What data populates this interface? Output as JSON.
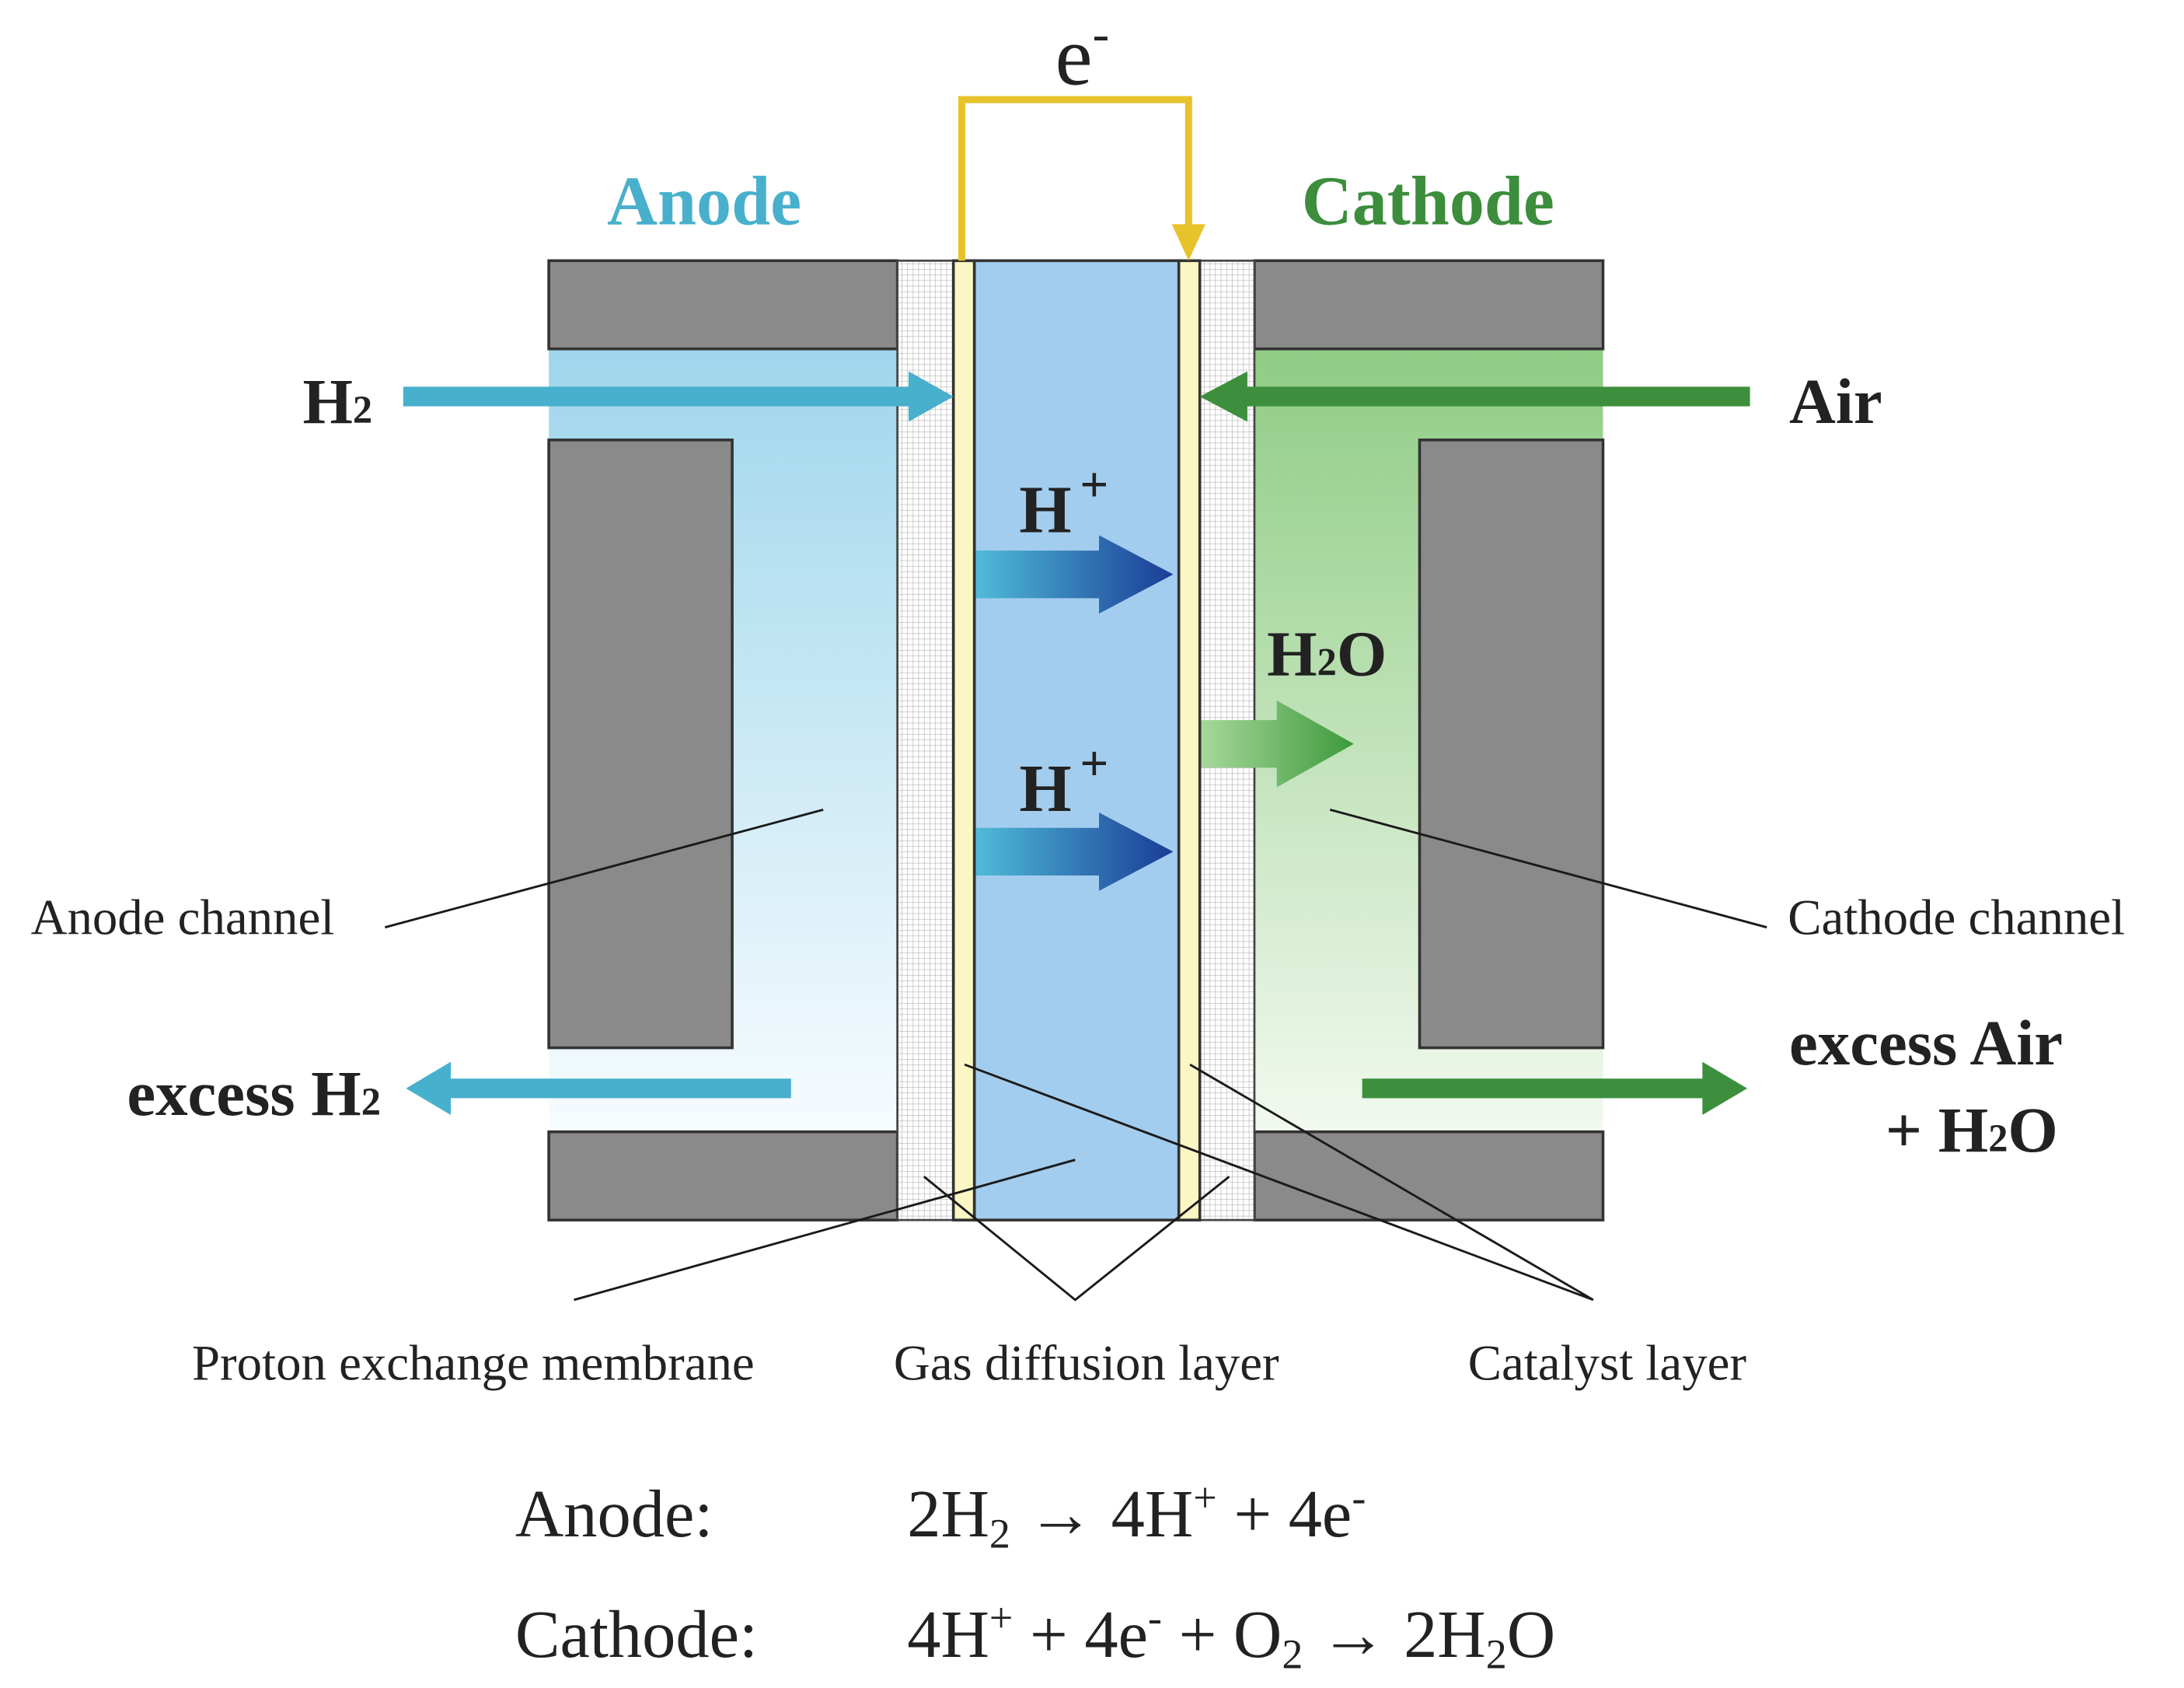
{
  "electron_label": {
    "base": "e",
    "sup": "-"
  },
  "headers": {
    "anode": "Anode",
    "cathode": "Cathode"
  },
  "flows": {
    "h2_in": {
      "base": "H",
      "sub": "2"
    },
    "air_in": "Air",
    "excess_h2": {
      "text": "excess H",
      "sub": "2"
    },
    "excess_air_line1": "excess Air",
    "excess_air_line2": {
      "text": "+ H",
      "sub": "2",
      "tail": "O"
    }
  },
  "ions": {
    "proton_1": {
      "base": "H",
      "sup": "+"
    },
    "proton_2": {
      "base": "H",
      "sup": "+"
    }
  },
  "water": {
    "base": "H",
    "sub": "2",
    "tail": "O"
  },
  "callouts": {
    "anode_channel": "Anode channel",
    "cathode_channel": "Cathode channel",
    "proton_exchange_membrane": "Proton exchange membrane",
    "gas_diffusion_layer": "Gas diffusion layer",
    "catalyst_layer": "Catalyst layer"
  },
  "equations": {
    "anode": {
      "label": "Anode:",
      "p1": "2H",
      "s1": "2",
      "p2": " → 4H",
      "s2": "+",
      "p3": " + 4e",
      "s3": "-"
    },
    "cathode": {
      "label": "Cathode:",
      "p1": "4H",
      "s1": "+",
      "p2": " + 4e",
      "s2": "-",
      "p3": " + O",
      "s3": "2",
      "p4": " → 2H",
      "s4": "2",
      "p5": "O"
    }
  },
  "colors": {
    "plate": "#8a8a8a",
    "membrane": "#a3cdee",
    "catalyst": "#fbf6c4",
    "wire": "#e8c22b",
    "anode_text": "#48b0cc",
    "cathode_text": "#3c8d3c",
    "anode_arrow": "#47b0cc",
    "cathode_arrow": "#3d8f3d",
    "proton_arrow": "#1d4fa0"
  }
}
